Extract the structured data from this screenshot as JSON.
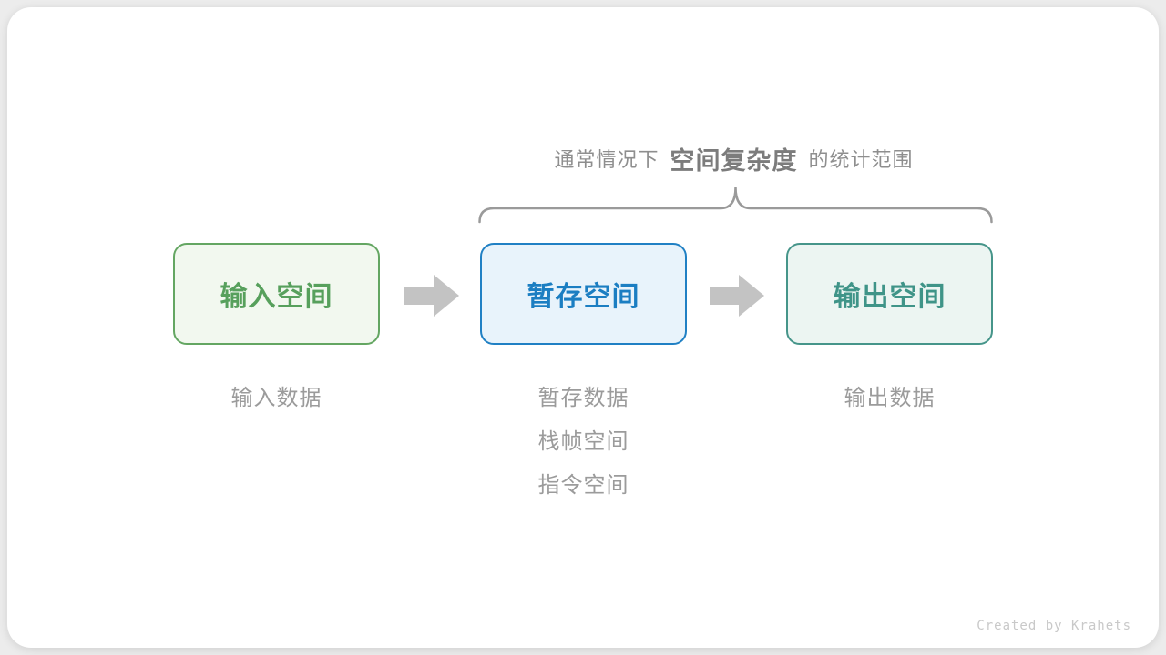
{
  "title": {
    "prefix": "通常情况下",
    "highlight": "空间复杂度",
    "suffix": "的统计范围"
  },
  "boxes": [
    {
      "label": "输入空间",
      "text_color": "#57a05c",
      "border_color": "#64a662",
      "bg_color": "#f2f8ef",
      "sub_labels": [
        "输入数据"
      ]
    },
    {
      "label": "暂存空间",
      "text_color": "#1b7ec2",
      "border_color": "#2080c4",
      "bg_color": "#e8f3fb",
      "sub_labels": [
        "暂存数据",
        "栈帧空间",
        "指令空间"
      ]
    },
    {
      "label": "输出空间",
      "text_color": "#3f9488",
      "border_color": "#46958a",
      "bg_color": "#ecf5f2",
      "sub_labels": [
        "输出数据"
      ]
    }
  ],
  "credit": "Created by Krahets",
  "colors": {
    "page_bg": "#ececec",
    "card_bg": "#ffffff",
    "title_text": "#8e8e8e",
    "title_highlight": "#7c7c7c",
    "brace": "#9a9a9a",
    "arrow": "#c3c3c3",
    "sub_label": "#9b9b9b",
    "credit": "#c9c9c9"
  }
}
